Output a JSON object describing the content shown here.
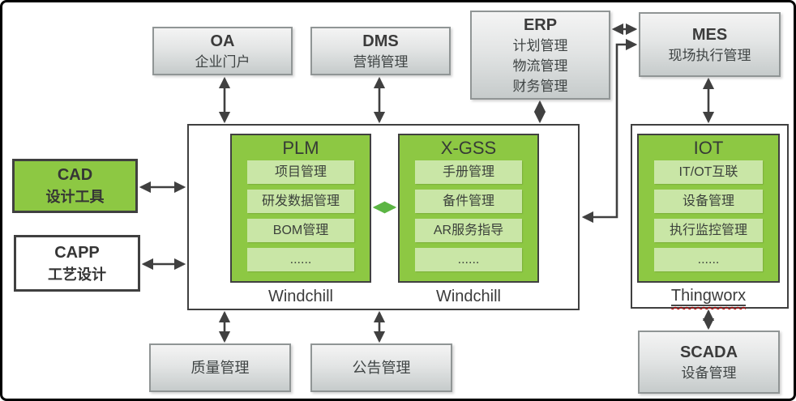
{
  "colors": {
    "accentGreen": "#8dc843",
    "lightGreen": "#c9e6a6",
    "arrowDark": "#404040",
    "arrowGreen": "#5cb544",
    "squiggleRed": "#c00000",
    "textDark": "#3b3b3b"
  },
  "top": {
    "oa": {
      "title": "OA",
      "subtitle": "企业门户"
    },
    "dms": {
      "title": "DMS",
      "subtitle": "营销管理"
    },
    "erp": {
      "title": "ERP",
      "lines": [
        "计划管理",
        "物流管理",
        "财务管理"
      ]
    },
    "mes": {
      "title": "MES",
      "subtitle": "现场执行管理"
    }
  },
  "left": {
    "cad": {
      "title": "CAD",
      "subtitle": "设计工具"
    },
    "capp": {
      "title": "CAPP",
      "subtitle": "工艺设计"
    }
  },
  "center": {
    "plm": {
      "title": "PLM",
      "items": [
        "项目管理",
        "研发数据管理",
        "BOM管理",
        "......"
      ],
      "platform": "Windchill"
    },
    "xgss": {
      "title": "X-GSS",
      "items": [
        "手册管理",
        "备件管理",
        "AR服务指导",
        "......"
      ],
      "platform": "Windchill"
    }
  },
  "right": {
    "iot": {
      "title": "IOT",
      "items": [
        "IT/OT互联",
        "设备管理",
        "执行监控管理",
        "......"
      ],
      "platform": "Thingworx"
    }
  },
  "bottom": {
    "quality": {
      "label": "质量管理"
    },
    "notice": {
      "label": "公告管理"
    },
    "scada": {
      "title": "SCADA",
      "subtitle": "设备管理"
    }
  }
}
